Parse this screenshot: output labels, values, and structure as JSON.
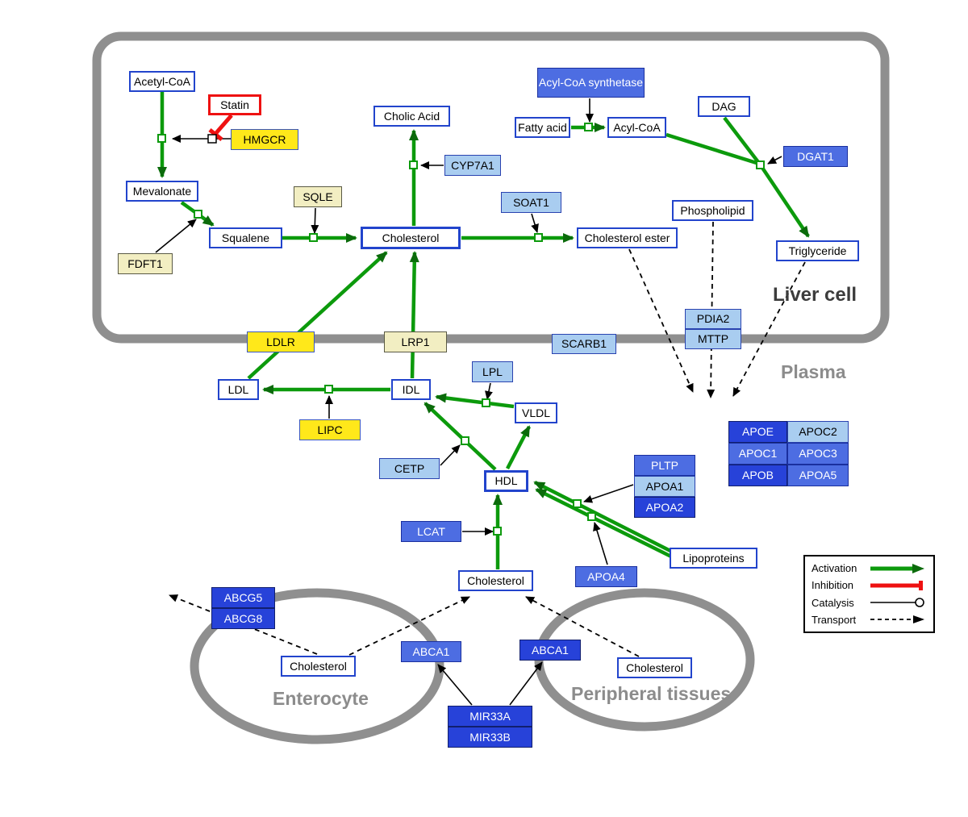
{
  "regions": {
    "liver": "Liver cell",
    "plasma": "Plasma",
    "enterocyte": "Enterocyte",
    "peripheral": "Peripheral tissues"
  },
  "legend": {
    "activation": "Activation",
    "inhibition": "Inhibition",
    "catalysis": "Catalysis",
    "transport": "Transport"
  },
  "colors": {
    "activation_green": "#0c9a0c",
    "inhibition_red": "#ee1111",
    "membrane_gray": "#8f8f8f",
    "metabolite_border_blue": "#2244cc",
    "gene_yellow": "#ffe81a",
    "gene_pale_yellow": "#f2eec2",
    "gene_light_blue": "#a9cdf0",
    "gene_blue": "#4d6de2",
    "gene_dark_blue": "#2742d9"
  },
  "nodes": {
    "acetyl_coa": "Acetyl-CoA",
    "statin": "Statin",
    "hmgcr": "HMGCR",
    "mevalonate": "Mevalonate",
    "fdft1": "FDFT1",
    "squalene": "Squalene",
    "sqle": "SQLE",
    "cholic_acid": "Cholic Acid",
    "cyp7a1": "CYP7A1",
    "cholesterol_liver": "Cholesterol",
    "soat1": "SOAT1",
    "cholesterol_ester": "Cholesterol ester",
    "acyl_coa_synthetase": "Acyl-CoA synthetase",
    "fatty_acid": "Fatty acid",
    "acyl_coa": "Acyl-CoA",
    "dag": "DAG",
    "dgat1": "DGAT1",
    "phospholipid": "Phospholipid",
    "triglyceride": "Triglyceride",
    "ldlr": "LDLR",
    "lrp1": "LRP1",
    "scarb1": "SCARB1",
    "pdia2": "PDIA2",
    "mttp": "MTTP",
    "ldl": "LDL",
    "idl": "IDL",
    "lpl": "LPL",
    "vldl": "VLDL",
    "lipc": "LIPC",
    "cetp": "CETP",
    "hdl": "HDL",
    "pltp": "PLTP",
    "apoa1": "APOA1",
    "apoa2": "APOA2",
    "lcat": "LCAT",
    "apoa4": "APOA4",
    "lipoproteins": "Lipoproteins",
    "apoe": "APOE",
    "apoc2": "APOC2",
    "apoc1": "APOC1",
    "apoc3": "APOC3",
    "apob": "APOB",
    "apoa5": "APOA5",
    "cholesterol_plasma": "Cholesterol",
    "abcg5": "ABCG5",
    "abcg8": "ABCG8",
    "cholesterol_enterocyte": "Cholesterol",
    "abca1_enterocyte": "ABCA1",
    "abca1_peripheral": "ABCA1",
    "cholesterol_peripheral": "Cholesterol",
    "mir33a": "MIR33A",
    "mir33b": "MIR33B"
  }
}
